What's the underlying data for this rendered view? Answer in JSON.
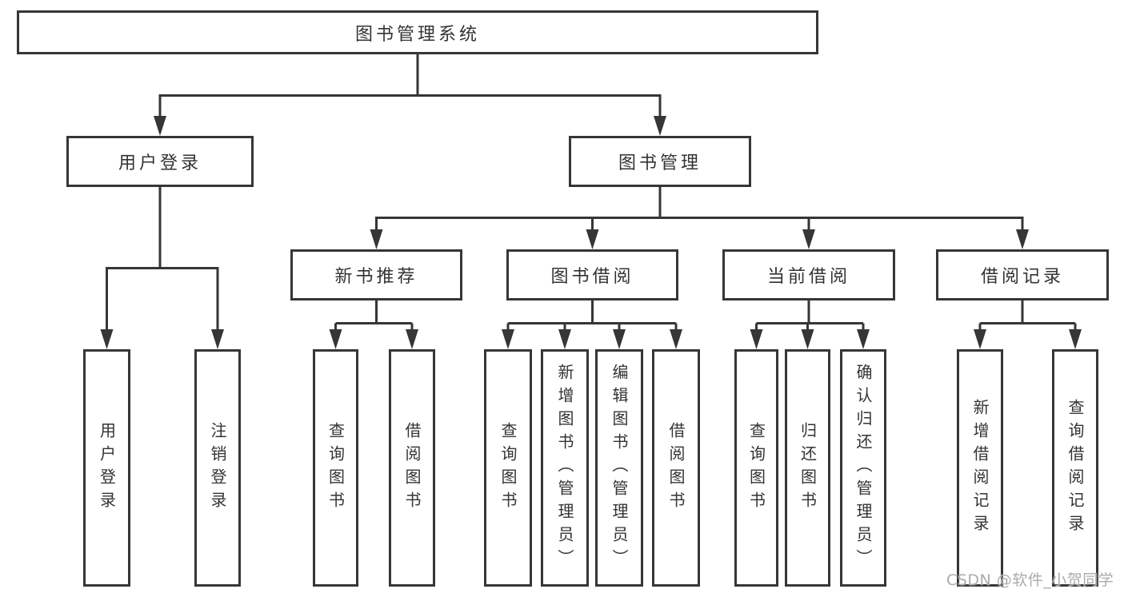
{
  "title": "图书管理系统",
  "level1": {
    "user_login": "用户登录",
    "book_management": "图书管理"
  },
  "level2": {
    "new_book_recommend": "新书推荐",
    "book_borrow": "图书借阅",
    "current_borrow": "当前借阅",
    "borrow_records": "借阅记录"
  },
  "leaves": {
    "user_login_children": [
      "用户登录",
      "注销登录"
    ],
    "new_book_recommend_children": [
      "查询图书",
      "借阅图书"
    ],
    "book_borrow_children": [
      "查询图书",
      "新增图书（管理员）",
      "编辑图书（管理员）",
      "借阅图书"
    ],
    "current_borrow_children": [
      "查询图书",
      "归还图书",
      "确认归还（管理员）"
    ],
    "borrow_records_children": [
      "新增借阅记录",
      "查询借阅记录"
    ]
  },
  "watermark": "CSDN @软件_小贺同学",
  "colors": {
    "line": "#363636",
    "text": "#333333",
    "watermark": "#ababab",
    "background": "#ffffff"
  }
}
